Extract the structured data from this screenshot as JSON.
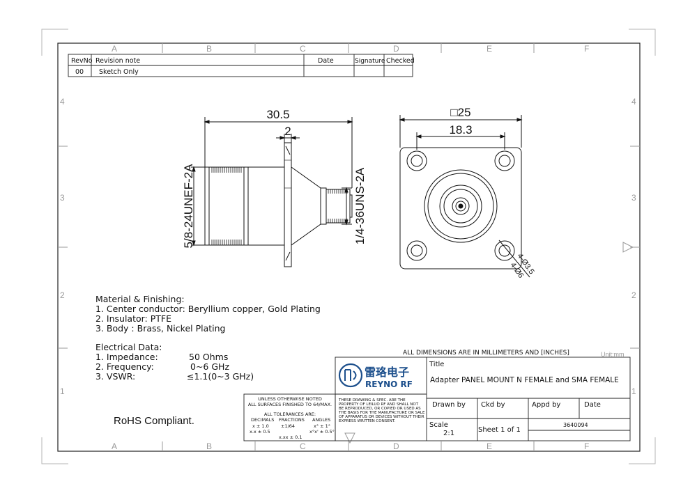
{
  "frame": {
    "columns": [
      "A",
      "B",
      "C",
      "D",
      "E",
      "F"
    ],
    "rows": [
      "4",
      "3",
      "2",
      "1"
    ]
  },
  "revision_table": {
    "headers": {
      "rev": "RevNo",
      "note": "Revision note",
      "date": "Date",
      "signature": "Signature",
      "checked": "Checked"
    },
    "rows": [
      {
        "rev": "00",
        "note": "Sketch Only",
        "date": "",
        "signature": "",
        "checked": ""
      }
    ]
  },
  "side_view": {
    "dim_length": "30.5",
    "dim_flange": "2",
    "thread_left": "5/8-24UNEF-2A",
    "thread_right": "1/4-36UNS-2A"
  },
  "front_view": {
    "dim_square": "□25",
    "dim_holes": "18.3",
    "hole_callout_1": "4-Ø3.5",
    "hole_callout_2": "4-Ø6"
  },
  "material": {
    "title": "Material & Finishing:",
    "lines": [
      "1. Center conductor: Beryllium copper, Gold Plating",
      "2. Insulator: PTFE",
      "3. Body : Brass, Nickel Plating"
    ]
  },
  "electrical": {
    "title": "Electrical Data:",
    "rows": [
      {
        "label": "1. Impedance:",
        "value": "50 Ohms"
      },
      {
        "label": "2. Frequency:",
        "value": "0~6 GHz"
      },
      {
        "label": "3. VSWR:",
        "value": "≤1.1(0~3 GHz)"
      }
    ]
  },
  "rohs": "RoHS Compliant.",
  "dimension_note": "ALL DIMENSIONS ARE IN MILLIMETERS AND [INCHES]",
  "unit": "Unit:mm",
  "tolerance_block": {
    "line1": "UNLESS OTHERWISE NOTED",
    "line2": "ALL SURFACES FINISHED TO 64/MAX.",
    "line3": "ALL TOLERANCES ARE:",
    "col_decimals": "DECIMALS",
    "col_fractions": "FRACTIONS",
    "col_angles": "ANGLES",
    "dec1": "x ± 1.0",
    "dec2": "x.x ± 0.5",
    "frac1": "±1/64",
    "frac2": "x.xx ± 0.1",
    "ang1": "x° ± 1°",
    "ang2": "x°x' ± 0.5°"
  },
  "property_note": [
    "THESE DRAWING & SPEC. ARE THE",
    "PROPERTY OF LEILUO RF AND SHALL NOT",
    "BE REPRODUCED, OR COPIED OR USED AS",
    "THE BASIS FOR THE MANUFACTURE OR SALE",
    "OF APPARATUS OR DEVICES WITHOUT THEIR",
    "EXPRESS WRITTEN CONSENT."
  ],
  "company": {
    "name_cn": "雷珞电子",
    "name_en": "REYNO RF"
  },
  "title_block": {
    "title_label": "Title",
    "title_value": "Adapter PANEL MOUNT N FEMALE and SMA FEMALE",
    "drawn_by": "Drawn by",
    "ckd_by": "Ckd by",
    "appd_by": "Appd by",
    "date": "Date",
    "scale_label": "Scale",
    "scale_value": "2:1",
    "sheet": "Sheet 1 of 1",
    "part_no": "3640094"
  },
  "colors": {
    "line": "#111111",
    "frame": "#9a9a9a",
    "logo_blue": "#1c4f8c"
  }
}
